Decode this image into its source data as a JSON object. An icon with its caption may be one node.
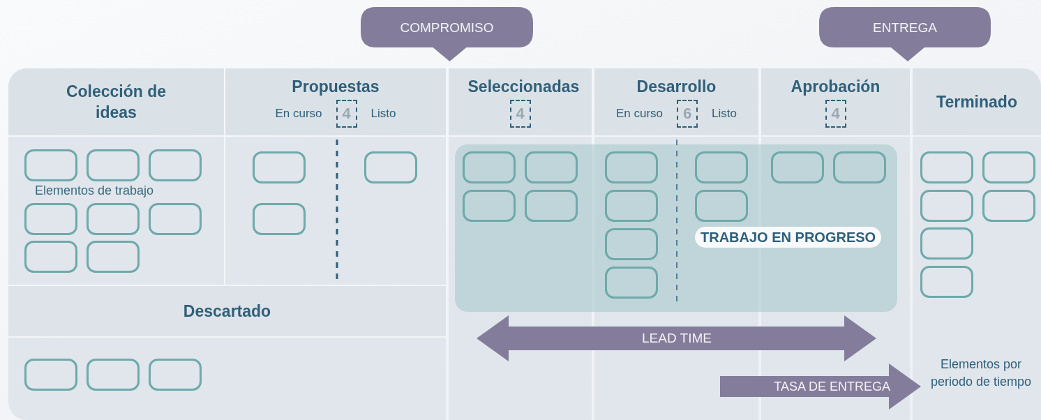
{
  "diagram": {
    "nodes": [
      {
        "text": [
          "COMPROMISO"
        ]
      },
      {
        "text": [
          "ENTREGA"
        ]
      },
      {
        "text": [
          "Colección de ideas"
        ]
      },
      {
        "text": [
          "Propuestas",
          "En curso",
          "4",
          "Listo"
        ]
      },
      {
        "text": [
          "Seleccionadas",
          "4"
        ]
      },
      {
        "text": [
          "Desarrollo",
          "En curso",
          "6",
          "Listo"
        ]
      },
      {
        "text": [
          "Aprobación",
          "4"
        ]
      },
      {
        "text": [
          "Terminado"
        ]
      },
      {
        "text": [
          "Descartado"
        ]
      },
      {
        "text": [
          "TRABAJO EN PROGRESO"
        ]
      },
      {
        "text": [
          "Elementos por periodo de tiempo"
        ]
      },
      {
        "text": [],
        "shape": "box"
      },
      {
        "text": [],
        "shape": "box"
      },
      {
        "text": [],
        "shape": "box"
      },
      {
        "text": [],
        "shape": "box"
      },
      {
        "text": [],
        "shape": "box"
      },
      {
        "text": [],
        "shape": "box"
      },
      {
        "text": [],
        "shape": "box"
      },
      {
        "text": [],
        "shape": "box"
      },
      {
        "text": [],
        "shape": "box"
      },
      {
        "text": [],
        "shape": "box"
      },
      {
        "text": [],
        "shape": "box"
      },
      {
        "text": [],
        "shape": "box",
        "in": 9
      },
      {
        "text": [],
        "shape": "box",
        "in": 9
      },
      {
        "text": [],
        "shape": "box",
        "in": 9
      },
      {
        "text": [],
        "shape": "box",
        "in": 9
      },
      {
        "text": [],
        "shape": "box",
        "in": 9
      },
      {
        "text": [],
        "shape": "box",
        "in": 9
      },
      {
        "text": [],
        "shape": "box",
        "in": 9
      },
      {
        "text": [],
        "shape": "box",
        "in": 9
      },
      {
        "text": [],
        "shape": "box",
        "in": 9
      },
      {
        "text": [],
        "shape": "box",
        "in": 9
      },
      {
        "text": [],
        "shape": "box",
        "in": 9
      },
      {
        "text": [],
        "shape": "box",
        "in": 9
      },
      {
        "text": [],
        "shape": "box"
      },
      {
        "text": [],
        "shape": "box"
      },
      {
        "text": [],
        "shape": "box"
      },
      {
        "text": [],
        "shape": "box"
      },
      {
        "text": [],
        "shape": "box"
      },
      {
        "text": [],
        "shape": "box"
      },
      {
        "text": [],
        "shape": "box"
      },
      {
        "text": [],
        "shape": "box"
      },
      {
        "text": [],
        "shape": "box"
      }
    ],
    "edges": [
      {
        "from": null,
        "to": 10,
        "arrow": "to",
        "label": "TASA DE ENTREGA"
      }
    ],
    "labels": [
      "Elementos de trabajo",
      "LEAD TIME"
    ]
  }
}
